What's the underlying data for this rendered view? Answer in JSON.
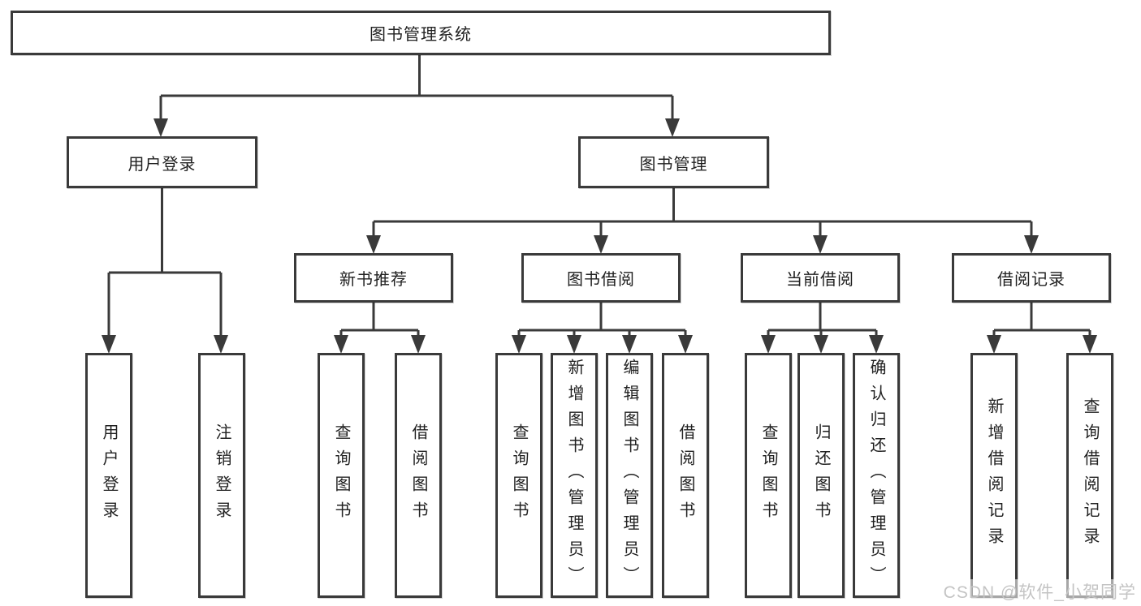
{
  "tree": {
    "root": {
      "label": "图书管理系统"
    },
    "branches": [
      {
        "label": "用户登录",
        "children": [
          {
            "label": "用户登录"
          },
          {
            "label": "注销登录"
          }
        ]
      },
      {
        "label": "图书管理",
        "categories": [
          {
            "label": "新书推荐",
            "children": [
              {
                "label": "查询图书"
              },
              {
                "label": "借阅图书"
              }
            ]
          },
          {
            "label": "图书借阅",
            "children": [
              {
                "label": "查询图书"
              },
              {
                "label": "新增图书（管理员）"
              },
              {
                "label": "编辑图书（管理员）"
              },
              {
                "label": "借阅图书"
              }
            ]
          },
          {
            "label": "当前借阅",
            "children": [
              {
                "label": "查询图书"
              },
              {
                "label": "归还图书"
              },
              {
                "label": "确认归还（管理员）"
              }
            ]
          },
          {
            "label": "借阅记录",
            "children": [
              {
                "label": "新增借阅记录"
              },
              {
                "label": "查询借阅记录"
              }
            ]
          }
        ]
      }
    ]
  },
  "watermark": {
    "text": "CSDN @软件_小贺同学"
  },
  "colors": {
    "line": "#3a3a3a",
    "text": "#212121",
    "background": "#ffffff",
    "watermark": "#c4c4c4"
  }
}
